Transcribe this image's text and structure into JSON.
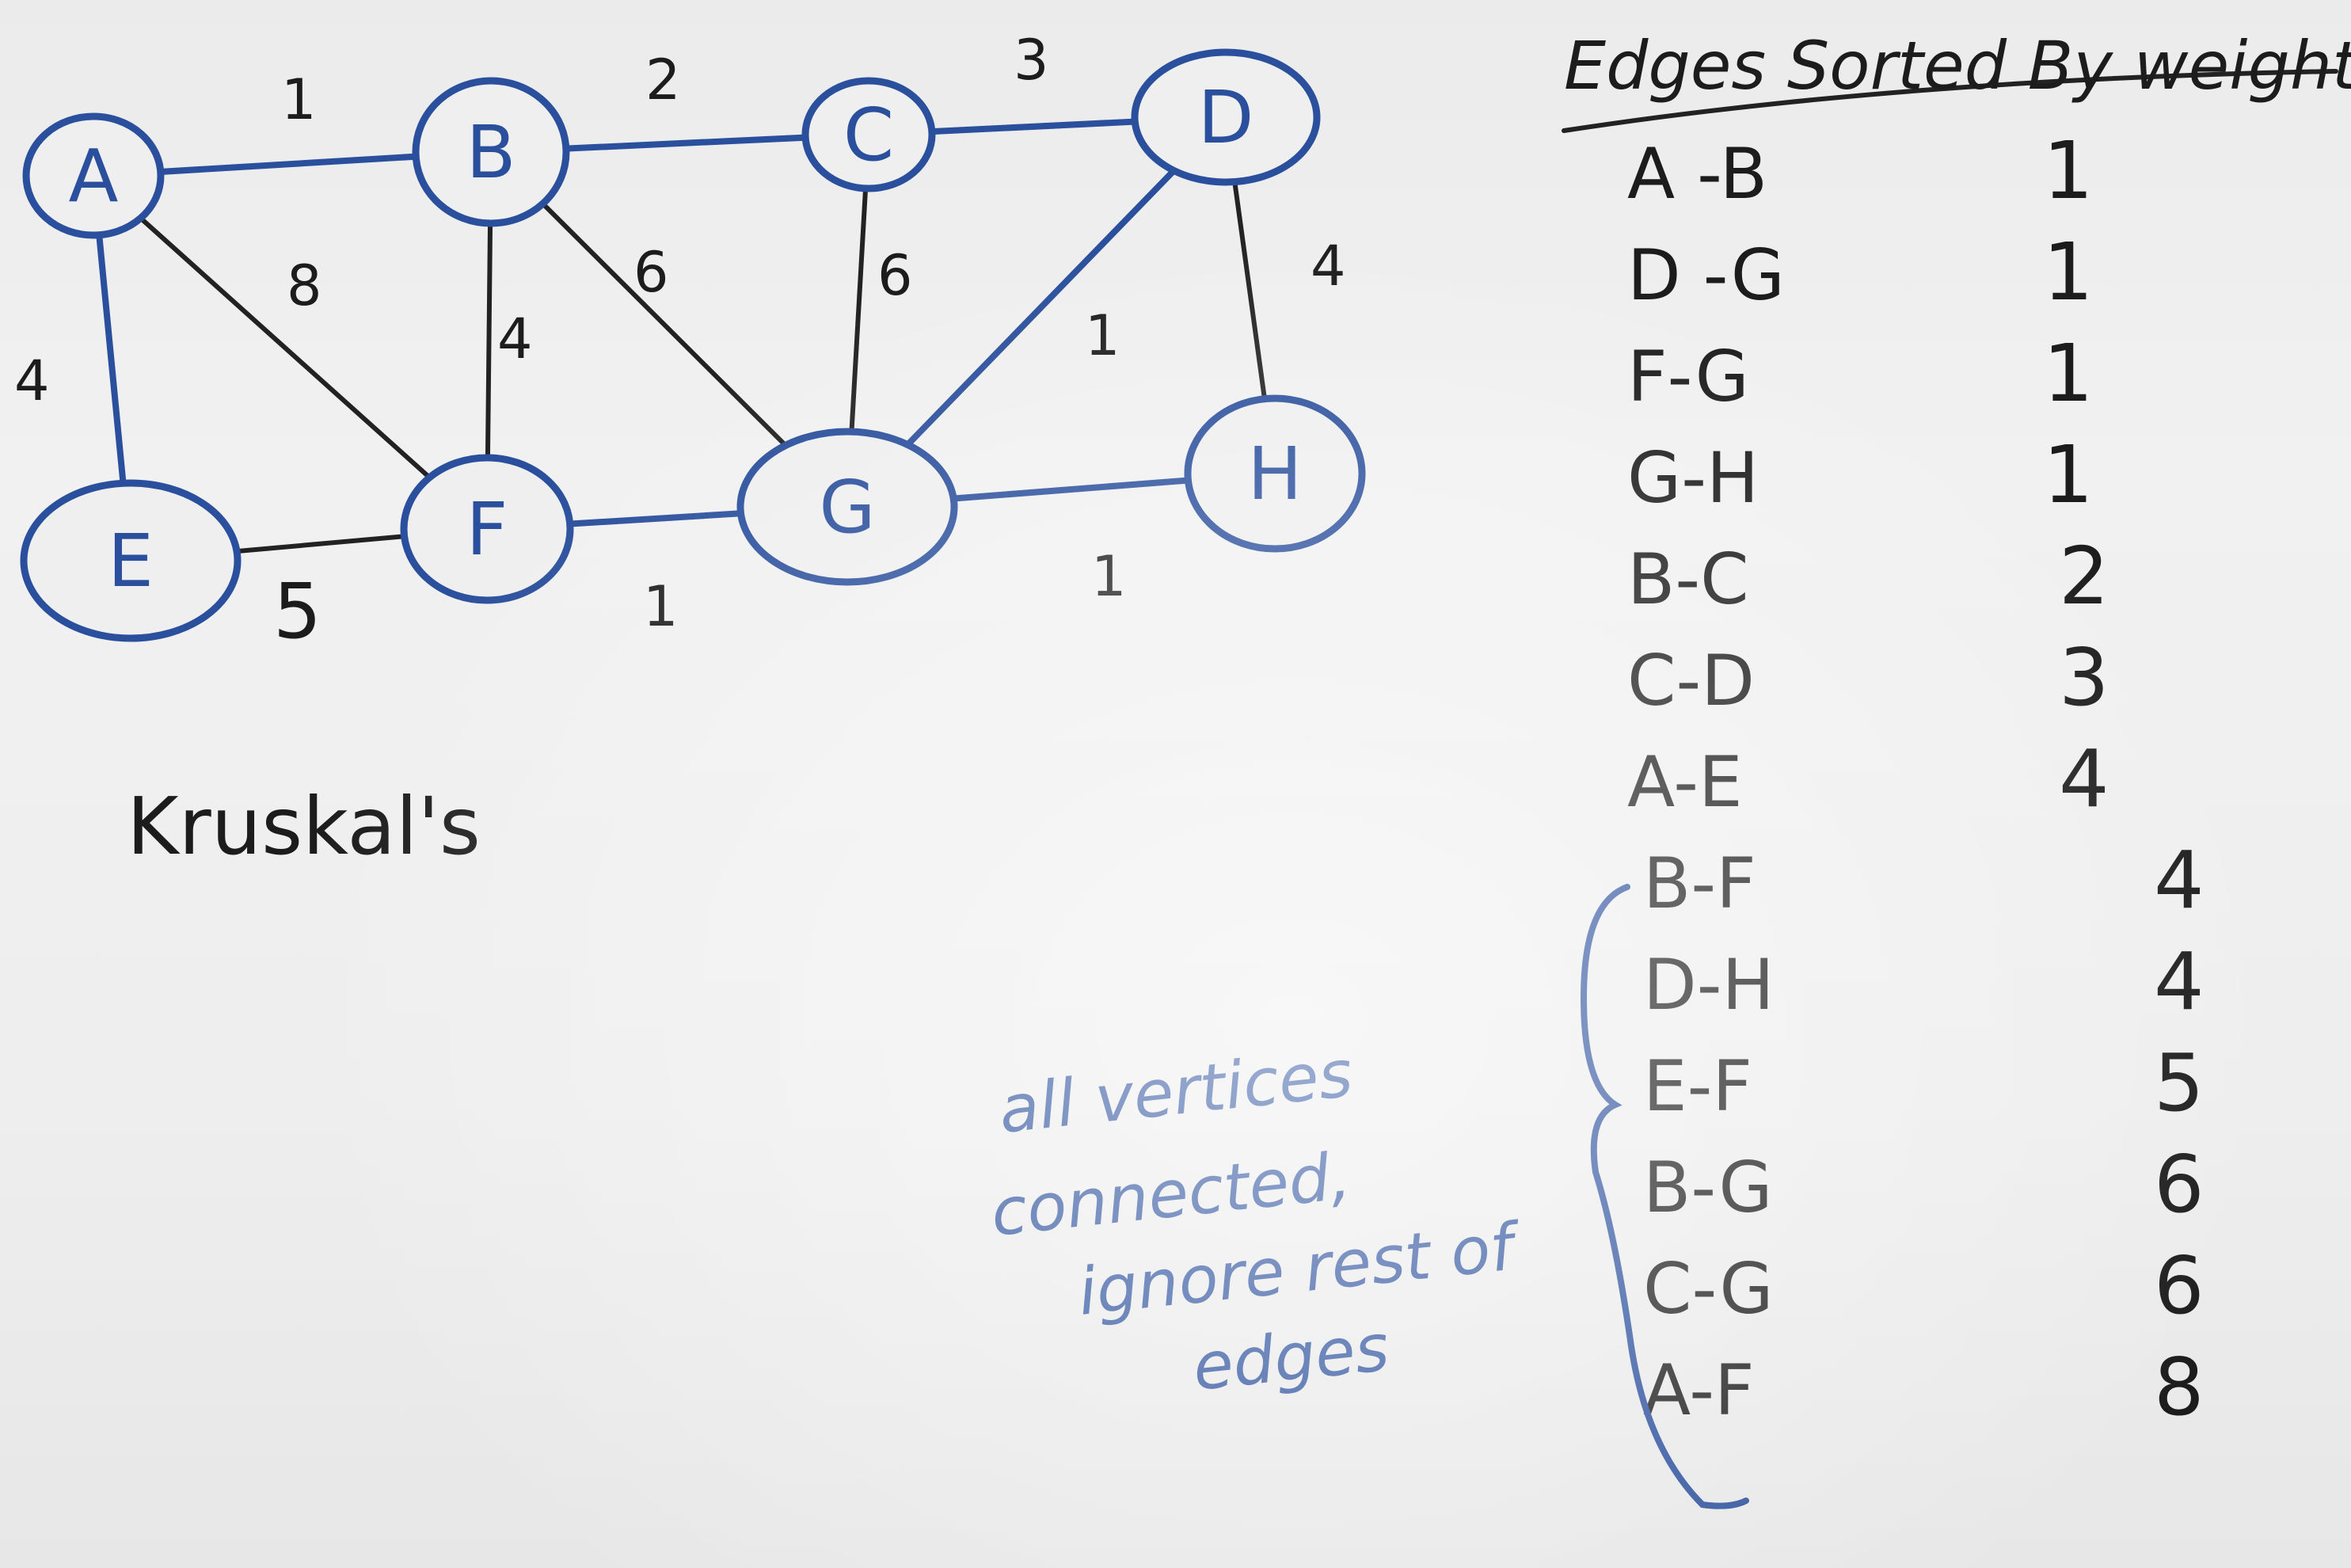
{
  "nodes": [
    {
      "id": "A",
      "label": "A"
    },
    {
      "id": "B",
      "label": "B"
    },
    {
      "id": "C",
      "label": "C"
    },
    {
      "id": "D",
      "label": "D"
    },
    {
      "id": "E",
      "label": "E"
    },
    {
      "id": "F",
      "label": "F"
    },
    {
      "id": "G",
      "label": "G"
    },
    {
      "id": "H",
      "label": "H"
    }
  ],
  "edges": [
    {
      "from": "A",
      "to": "B",
      "weight": "1"
    },
    {
      "from": "B",
      "to": "C",
      "weight": "2"
    },
    {
      "from": "C",
      "to": "D",
      "weight": "3"
    },
    {
      "from": "A",
      "to": "E",
      "weight": "4"
    },
    {
      "from": "A",
      "to": "F",
      "weight": "8"
    },
    {
      "from": "B",
      "to": "F",
      "weight": "4"
    },
    {
      "from": "B",
      "to": "G",
      "weight": "6"
    },
    {
      "from": "C",
      "to": "G",
      "weight": "6"
    },
    {
      "from": "D",
      "to": "G",
      "weight": "1"
    },
    {
      "from": "D",
      "to": "H",
      "weight": "4"
    },
    {
      "from": "E",
      "to": "F",
      "weight": "5"
    },
    {
      "from": "F",
      "to": "G",
      "weight": "1"
    },
    {
      "from": "G",
      "to": "H",
      "weight": "1"
    }
  ],
  "algorithm_label": "Kruskal's",
  "table": {
    "heading": "Edges Sorted By weight",
    "rows": [
      {
        "edge": "A -B",
        "weight": "1"
      },
      {
        "edge": "D -G",
        "weight": "1"
      },
      {
        "edge": "F-G",
        "weight": "1"
      },
      {
        "edge": "G-H",
        "weight": "1"
      },
      {
        "edge": "B-C",
        "weight": "2"
      },
      {
        "edge": "C-D",
        "weight": "3"
      },
      {
        "edge": "A-E",
        "weight": "4"
      },
      {
        "edge": "B-F",
        "weight": "4"
      },
      {
        "edge": "D-H",
        "weight": "4"
      },
      {
        "edge": "E-F",
        "weight": "5"
      },
      {
        "edge": "B-G",
        "weight": "6"
      },
      {
        "edge": "C-G",
        "weight": "6"
      },
      {
        "edge": "A-F",
        "weight": "8"
      }
    ]
  },
  "note_lines": [
    "all vertices",
    "connected,",
    "ignore rest of",
    "edges"
  ]
}
